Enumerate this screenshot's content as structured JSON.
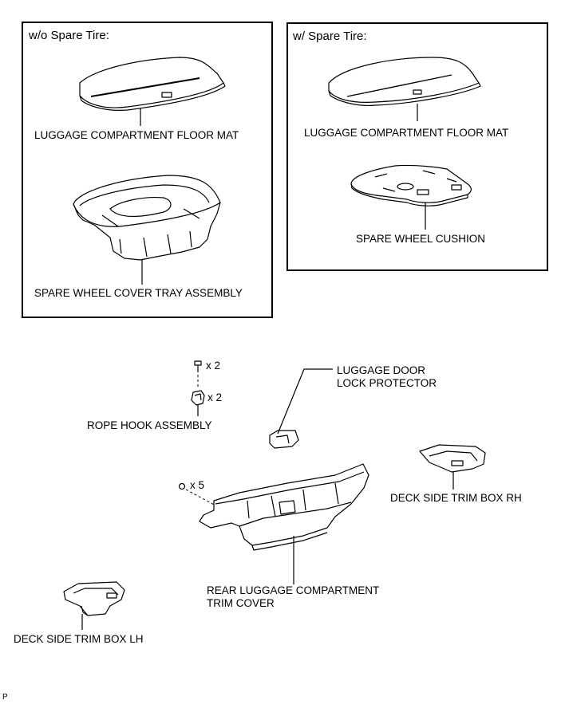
{
  "panels": {
    "without_spare": {
      "title": "w/o Spare Tire:",
      "floor_mat": "LUGGAGE COMPARTMENT FLOOR MAT",
      "tray": "SPARE WHEEL COVER TRAY ASSEMBLY"
    },
    "with_spare": {
      "title": "w/ Spare Tire:",
      "floor_mat": "LUGGAGE COMPARTMENT FLOOR MAT",
      "cushion": "SPARE WHEEL CUSHION"
    }
  },
  "parts": {
    "bolt_qty": "x 2",
    "hook_qty": "x 2",
    "rope_hook": "ROPE HOOK ASSEMBLY",
    "lock_protector_line1": "LUGGAGE DOOR",
    "lock_protector_line2": "LOCK PROTECTOR",
    "clip_qty": "x 5",
    "deck_rh": "DECK SIDE TRIM BOX RH",
    "trim_cover_line1": "REAR LUGGAGE COMPARTMENT",
    "trim_cover_line2": "TRIM COVER",
    "deck_lh": "DECK SIDE TRIM BOX LH"
  },
  "footer": {
    "mark": "P"
  }
}
